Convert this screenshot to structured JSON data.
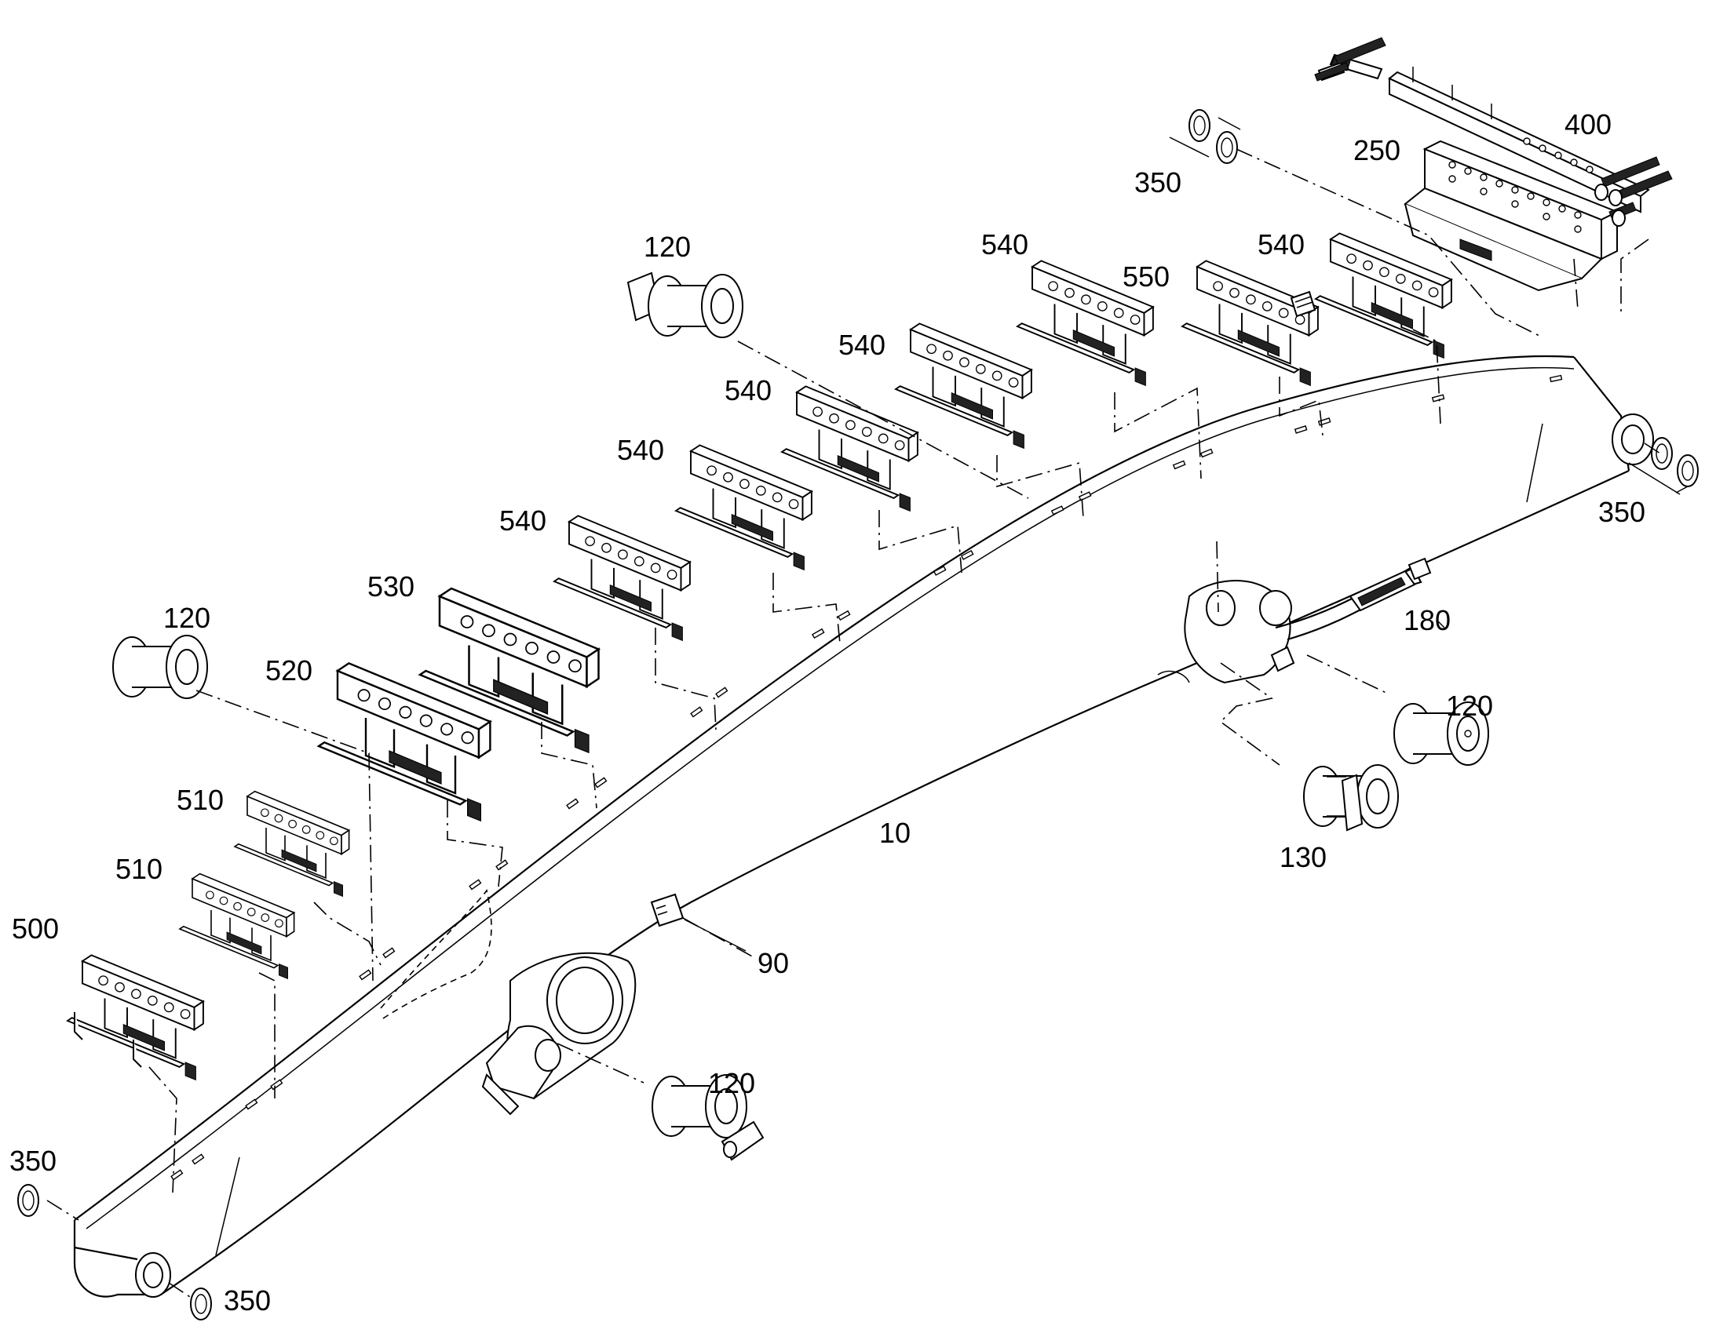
{
  "labels": {
    "p10": "10",
    "p90": "90",
    "p120a": "120",
    "p120b": "120",
    "p120c": "120",
    "p120d": "120",
    "p130": "130",
    "p180": "180",
    "p250": "250",
    "p350a": "350",
    "p350b": "350",
    "p350c": "350",
    "p350d": "350",
    "p400": "400",
    "p500": "500",
    "p510a": "510",
    "p510b": "510",
    "p520": "520",
    "p530": "530",
    "p540a": "540",
    "p540b": "540",
    "p540c": "540",
    "p540d": "540",
    "p540e": "540",
    "p540f": "540",
    "p550": "550"
  }
}
